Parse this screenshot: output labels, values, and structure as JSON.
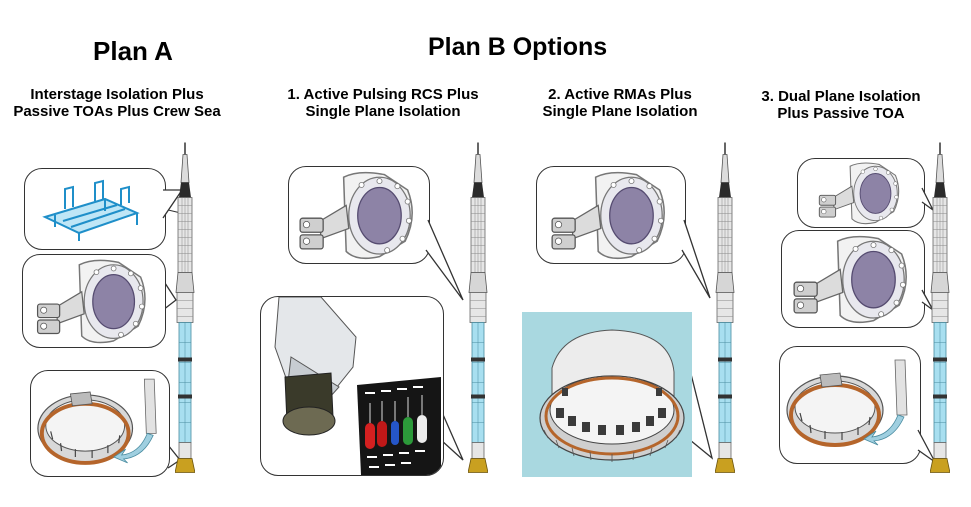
{
  "header": {
    "plan_a_title": "Plan A",
    "plan_b_title": "Plan B Options"
  },
  "columns": [
    {
      "line1": "Interstage Isolation Plus",
      "line2": "Passive TOAs Plus Crew Sea"
    },
    {
      "line1": "1. Active Pulsing RCS Plus",
      "line2": "Single Plane Isolation"
    },
    {
      "line1": "2. Active RMAs Plus",
      "line2": "Single Plane Isolation"
    },
    {
      "line1": "3. Dual Plane Isolation",
      "line2": "Plus Passive TOA"
    }
  ],
  "colors": {
    "rocket_fill": "#e9e9e9",
    "rocket_grid": "#7a7a7a",
    "cyan_band": "#a8dff0",
    "isolator_purple": "#8d83a6",
    "ring_orange": "#b5652b",
    "panel_bg": "#a9d8e0",
    "rcs_red": "#d42020",
    "rcs_green": "#2c9a3a",
    "rcs_blue": "#2556c8"
  }
}
